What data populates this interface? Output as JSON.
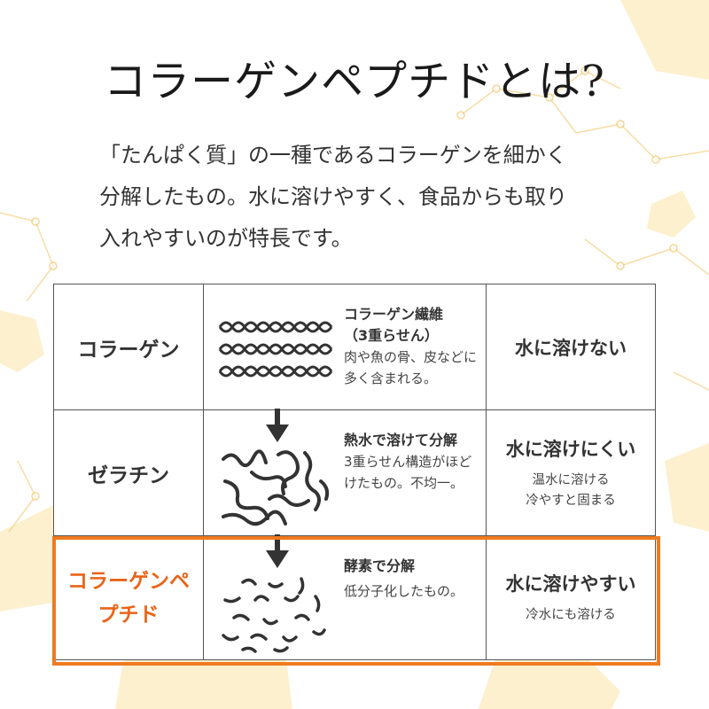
{
  "title": "コラーゲンペプチドとは?",
  "lead": [
    "「たんぱく質」の一種であるコラーゲンを細かく",
    "分解したもの。水に溶けやすく、食品からも取り",
    "入れやすいのが特長です。"
  ],
  "rows": [
    {
      "name": "コラーゲン",
      "desc_heading": [
        "コラーゲン繊維",
        "（3重らせん）"
      ],
      "desc_lines": [
        "肉や魚の骨、皮などに多く含まれる。"
      ],
      "solubility": "水に溶けない",
      "solubility_note": []
    },
    {
      "name": "ゼラチン",
      "desc_heading": [
        "熱水で溶けて分解"
      ],
      "desc_lines": [
        "3重らせん構造がほどけたもの。不均一。"
      ],
      "solubility": "水に溶けにくい",
      "solubility_note": [
        "温水に溶ける",
        "冷やすと固まる"
      ]
    },
    {
      "name": "コラーゲンペプチド",
      "desc_heading": [
        "酵素で分解"
      ],
      "desc_lines": [
        "低分子化したもの。"
      ],
      "solubility": "水に溶けやすい",
      "solubility_note": [
        "冷水にも溶ける"
      ]
    }
  ],
  "colors": {
    "highlight": "#ef7a1f",
    "accent_bg": "#f8c35a",
    "border": "#555555"
  },
  "icons": [
    "triple-helix-icon",
    "down-arrow-icon",
    "tangled-strands-icon",
    "short-fragments-icon"
  ]
}
